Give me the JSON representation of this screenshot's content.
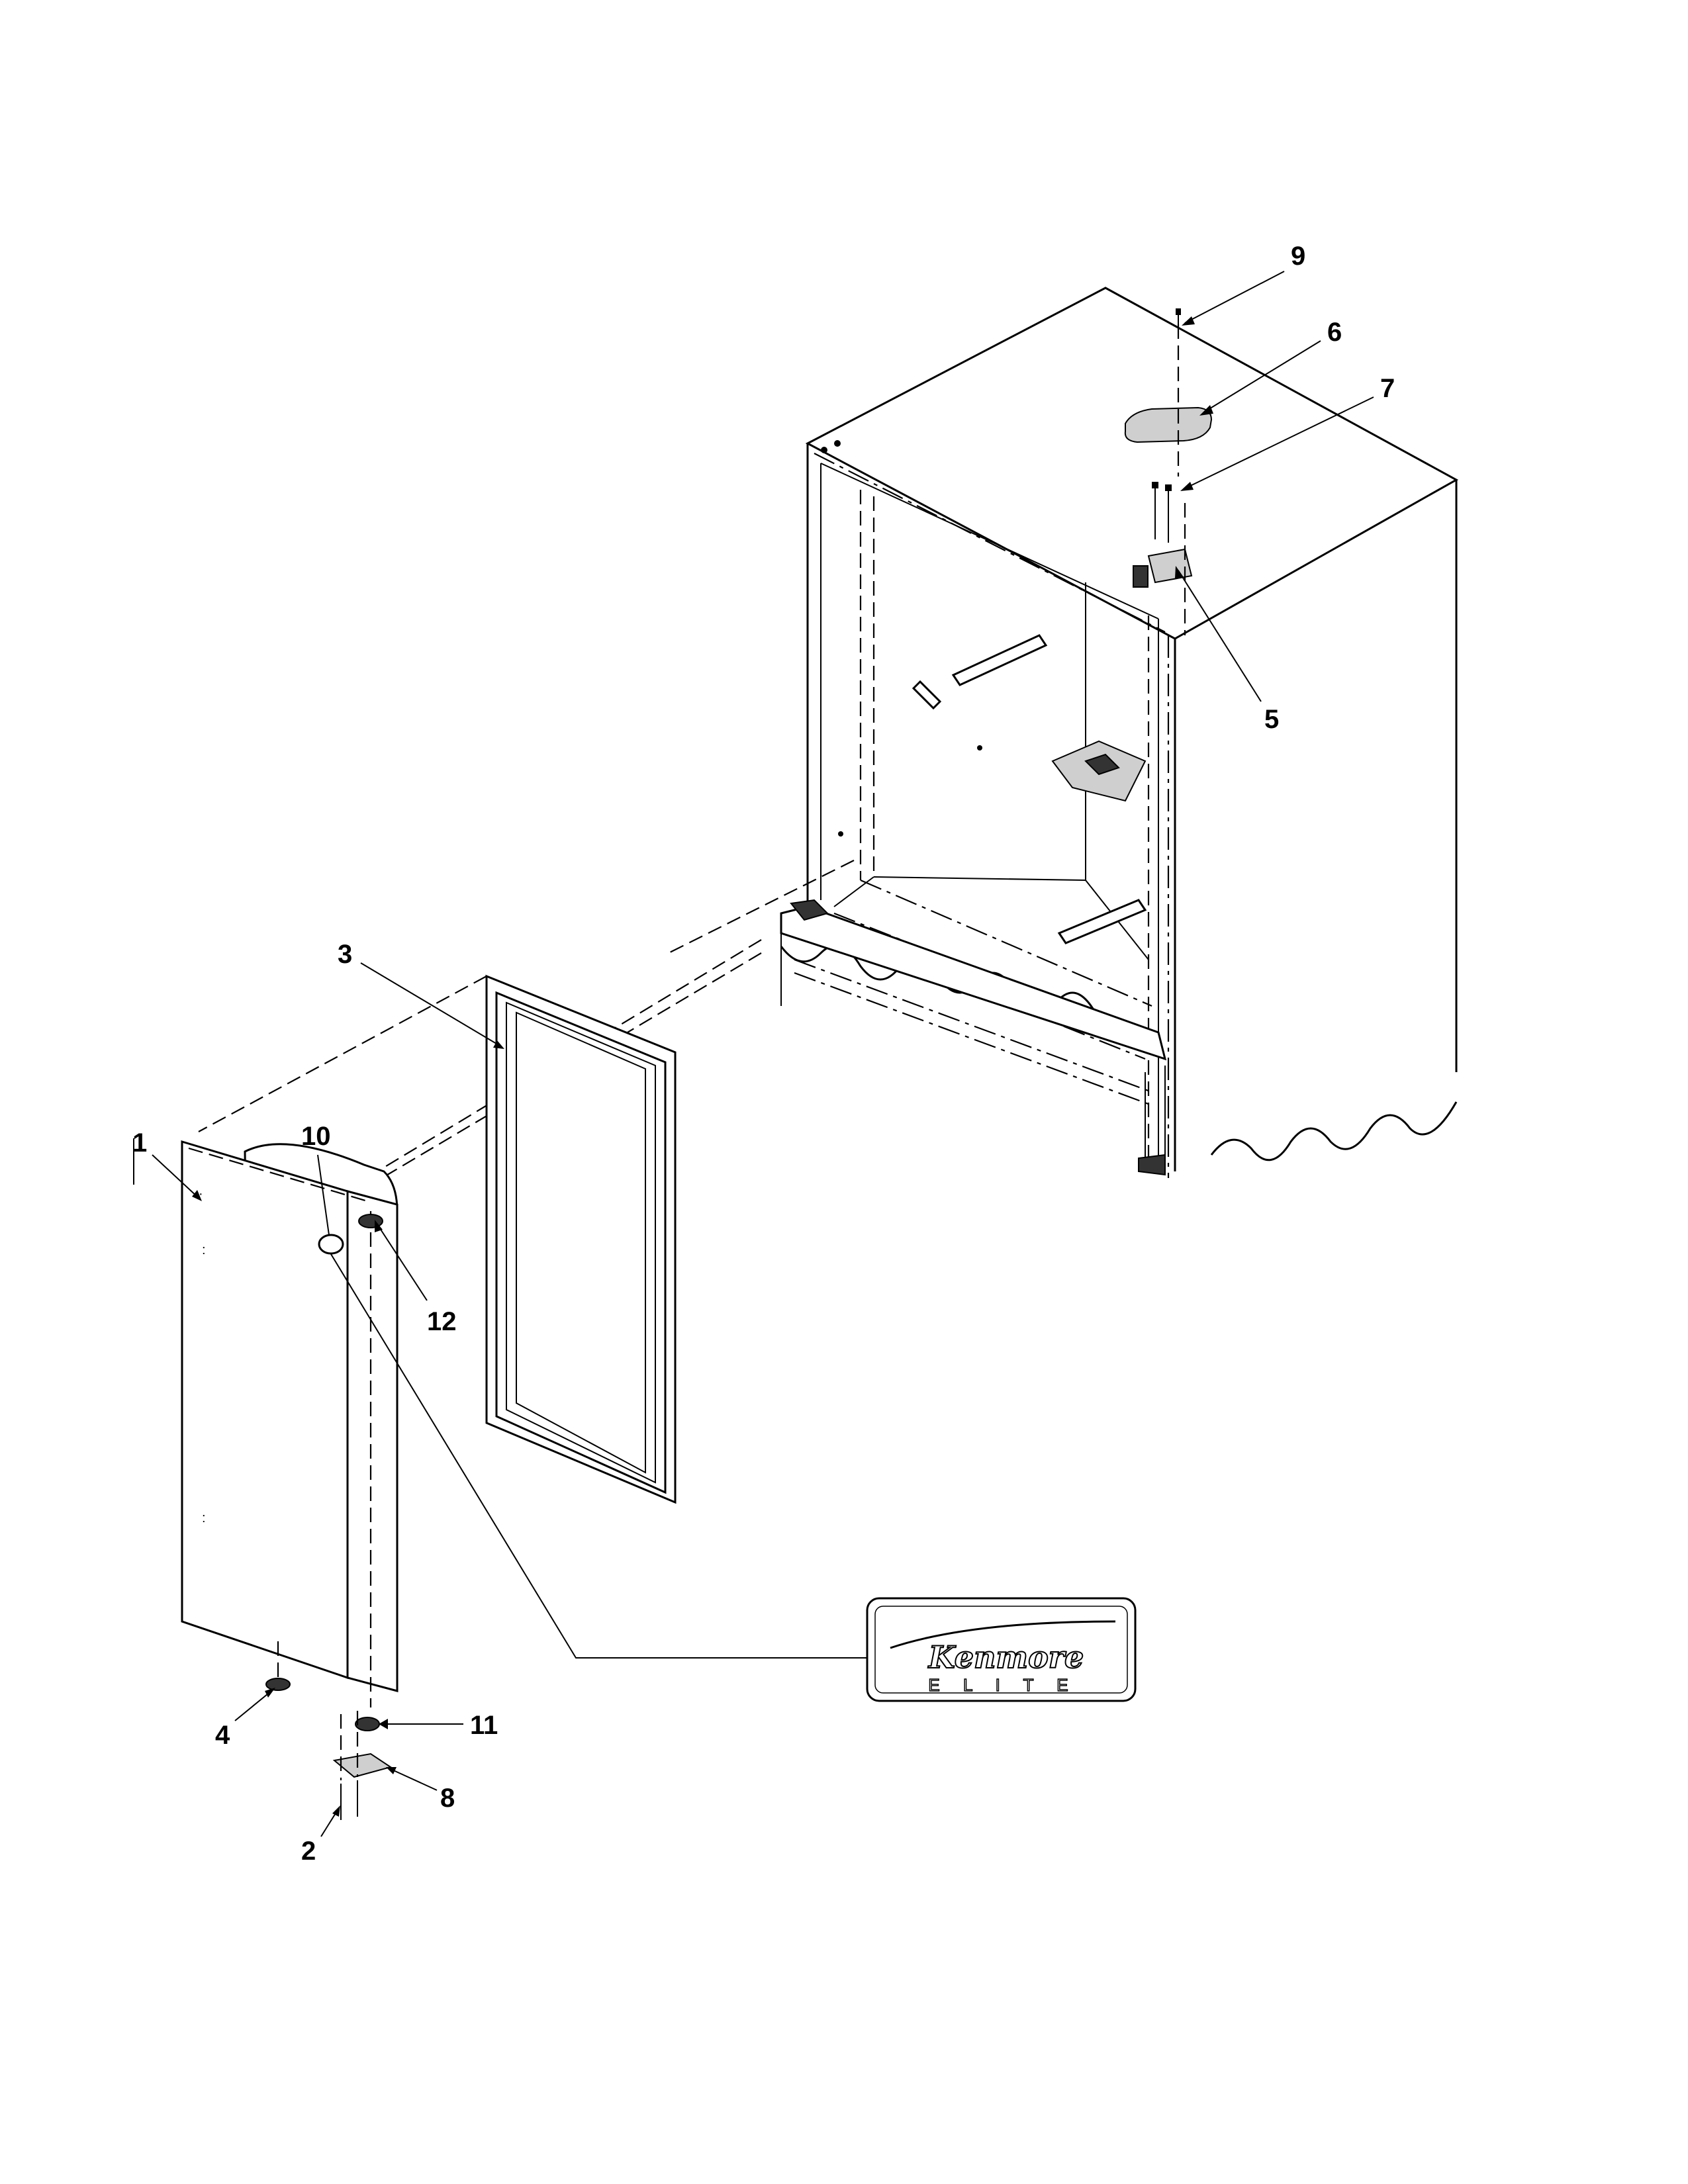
{
  "callouts": {
    "c1": "1",
    "c2": "2",
    "c3": "3",
    "c4": "4",
    "c5": "5",
    "c6": "6",
    "c7": "7",
    "c8": "8",
    "c9": "9",
    "c10": "10",
    "c11": "11",
    "c12": "12"
  },
  "badge": {
    "brand": "Kenmore",
    "sub": "E L I T E"
  },
  "colors": {
    "ink": "#000000",
    "paper": "#ffffff",
    "shade": "#cfcfcf"
  }
}
